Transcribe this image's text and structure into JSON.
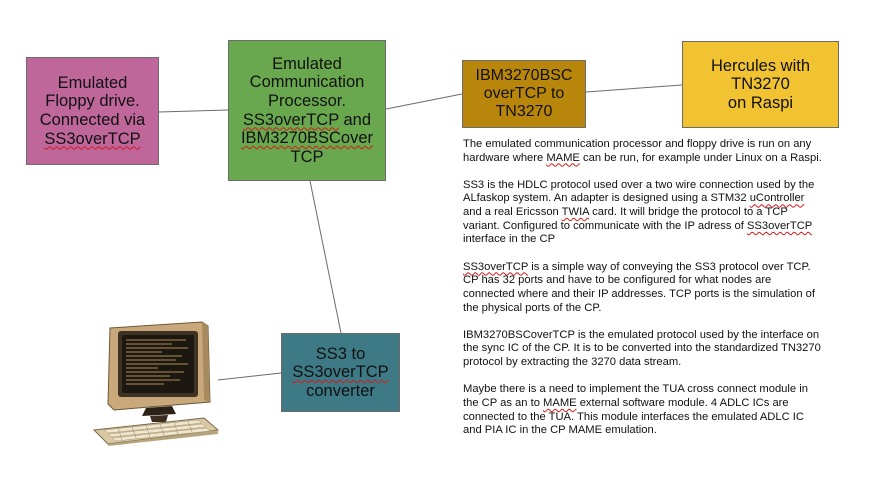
{
  "nodes": {
    "floppy": {
      "lines": [
        [
          {
            "t": "Emulated"
          }
        ],
        [
          {
            "t": "Floppy drive."
          }
        ],
        [
          {
            "t": "Connected via"
          }
        ],
        [
          {
            "t": "SS3overTCP",
            "sq": true
          }
        ]
      ]
    },
    "cp": {
      "lines": [
        [
          {
            "t": "Emulated"
          }
        ],
        [
          {
            "t": "Communication"
          }
        ],
        [
          {
            "t": "Processor."
          }
        ],
        [
          {
            "t": "SS3overTCP",
            "sq": true
          },
          {
            "t": " and"
          }
        ],
        [
          {
            "t": "IBM3270BSCover",
            "sq": true
          }
        ],
        [
          {
            "t": "TCP"
          }
        ]
      ]
    },
    "ibm": {
      "lines": [
        [
          {
            "t": "IBM3270BSC"
          }
        ],
        [
          {
            "t": "overTCP to"
          }
        ],
        [
          {
            "t": "TN3270"
          }
        ]
      ]
    },
    "hercules": {
      "lines": [
        [
          {
            "t": "Hercules with"
          }
        ],
        [
          {
            "t": "TN3270"
          }
        ],
        [
          {
            "t": "on Raspi"
          }
        ]
      ]
    },
    "converter": {
      "lines": [
        [
          {
            "t": "SS3 to"
          }
        ],
        [
          {
            "t": "SS3overTCP",
            "sq": true
          }
        ],
        [
          {
            "t": "converter"
          }
        ]
      ]
    }
  },
  "description": [
    [
      {
        "t": "The emulated communication processor and floppy drive is run on any hardware where "
      },
      {
        "t": "MAME",
        "sq": true
      },
      {
        "t": " can be run, for example under Linux on a Raspi."
      }
    ],
    [
      {
        "t": "SS3 is the HDLC protocol used over a two wire connection used by the ALfaskop system. An adapter is designed using a STM32 "
      },
      {
        "t": "uController",
        "sq": true
      },
      {
        "t": " and a real Ericsson "
      },
      {
        "t": "TWIA",
        "sq": true
      },
      {
        "t": " card. It will bridge the protocol to a TCP variant. Configured to communicate with the IP adress of "
      },
      {
        "t": "SS3overTCP",
        "sq": true
      },
      {
        "t": " interface in the CP"
      }
    ],
    [
      {
        "t": "SS3overTCP",
        "sq": true
      },
      {
        "t": " is a simple way of conveying the SS3 protocol over TCP. CP has 32 ports and have to be configured for what nodes are connected where and their IP addresses. TCP ports is the simulation of the physical ports of the CP."
      }
    ],
    [
      {
        "t": "IBM3270BSCoverTCP is the emulated protocol used by the interface on the sync IC of the CP. It is to be converted into the standardized TN3270 protocol by extracting the 3270 data stream."
      }
    ],
    [
      {
        "t": "Maybe there is a need to implement the TUA cross connect module in the CP as an to "
      },
      {
        "t": "MAME",
        "sq": true
      },
      {
        "t": " external software module. 4 ADLC ICs are connected to the TUA. This module interfaces the emulated ADLC IC and PIA IC in the CP MAME emulation."
      }
    ]
  ],
  "colors": {
    "floppy": "#bf679b",
    "cp": "#6aa84f",
    "ibm": "#b8860b",
    "hercules": "#f1c232",
    "converter": "#3d7a85",
    "connector": "#6b6b6b",
    "spellcheck_underline": "#d11a1a"
  },
  "icons": {
    "terminal": "alfaskop-terminal-icon"
  }
}
